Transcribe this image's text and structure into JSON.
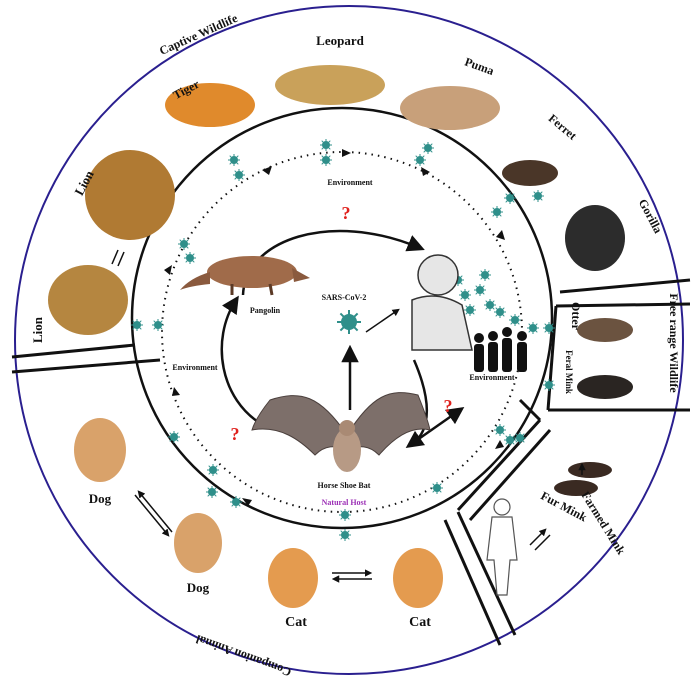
{
  "sections": {
    "captive_wildlife": "Captive Wildlife",
    "free_range_wildlife": "Free range Wildlife",
    "farmed_mink": "Farmed Mink",
    "companion_animal": "Companion Animal"
  },
  "animals": {
    "leopard": "Leopard",
    "tiger": "Tiger",
    "puma": "Puma",
    "ferret": "Ferret",
    "gorilla": "Gorilla",
    "lion_top": "Lion",
    "lion_bottom": "Lion",
    "otter": "Otter",
    "feral_mink": "Feral Mink",
    "fur_mink": "Fur Mink",
    "dog_top": "Dog",
    "dog_bottom": "Dog",
    "cat_left": "Cat",
    "cat_right": "Cat"
  },
  "inner": {
    "environment_top": "Environment",
    "environment_left": "Environment",
    "environment_right": "Environment",
    "pangolin": "Pangolin",
    "virus": "SARS-CoV-2",
    "bat": "Horse Shoe Bat",
    "natural_host": "Natural Host",
    "question_mark": "?"
  },
  "colors": {
    "outer_ring": "#2a1f8f",
    "virus": "#2f8f8a",
    "question": "#e0211d",
    "natural_host": "#9b2fb5"
  }
}
